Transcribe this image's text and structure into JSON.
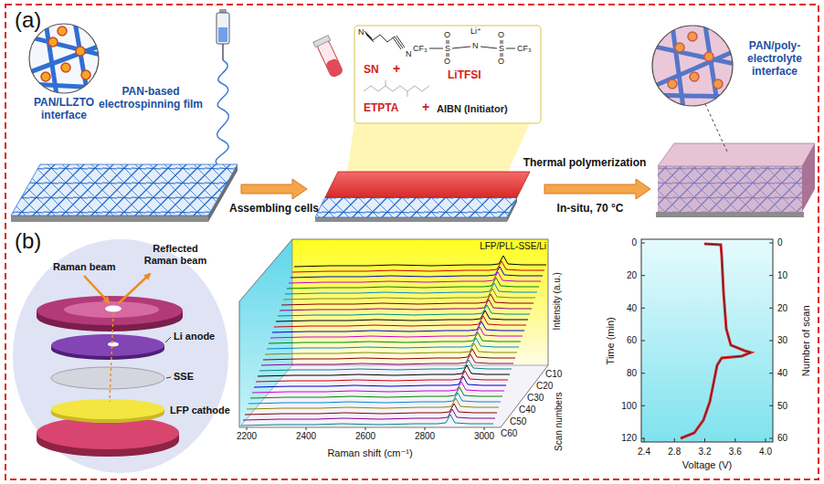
{
  "diagram": {
    "nodes": [
      {
        "text": [
          "PAN/LLZTO interface",
          "PAN-based electrospinning film"
        ]
      },
      {
        "text": [
          "N",
          "N",
          "SN",
          "+",
          "Li⁺",
          "CF₃",
          "O",
          "S",
          "O",
          "N",
          "O",
          "S",
          "O",
          "CF₃",
          "LiTFSI",
          "ETPTA",
          "+",
          "AIBN (Initiator)"
        ]
      },
      {
        "text": [
          "PAN/poly-electrolyte interface"
        ]
      }
    ],
    "edges": [
      {
        "from": 0,
        "to": 1,
        "arrow": "to",
        "label": "Assembling cells"
      },
      {
        "from": 1,
        "to": 2,
        "arrow": "to",
        "label": "Thermal polymerization"
      }
    ],
    "labels": [
      "(a)",
      "In-situ, 70 °C",
      "(b)",
      "Raman beam",
      "Reflected Raman beam",
      "Li anode",
      "SSE",
      "LFP cathode",
      "LFP/PLL-SSE/Li",
      "Intensity (a.u.)",
      "Scan numbers",
      "C10",
      "C20",
      "C30",
      "C40",
      "C50",
      "C60",
      "2200",
      "2400",
      "2600",
      "2800",
      "3000",
      "Raman shift (cm⁻¹)",
      "Time (min)",
      "0",
      "20",
      "40",
      "60",
      "80",
      "100",
      "120",
      "Number of scan",
      "0",
      "10",
      "20",
      "30",
      "40",
      "50",
      "60",
      "2.4",
      "2.8",
      "3.2",
      "3.6",
      "4.0",
      "Voltage (V)"
    ]
  }
}
